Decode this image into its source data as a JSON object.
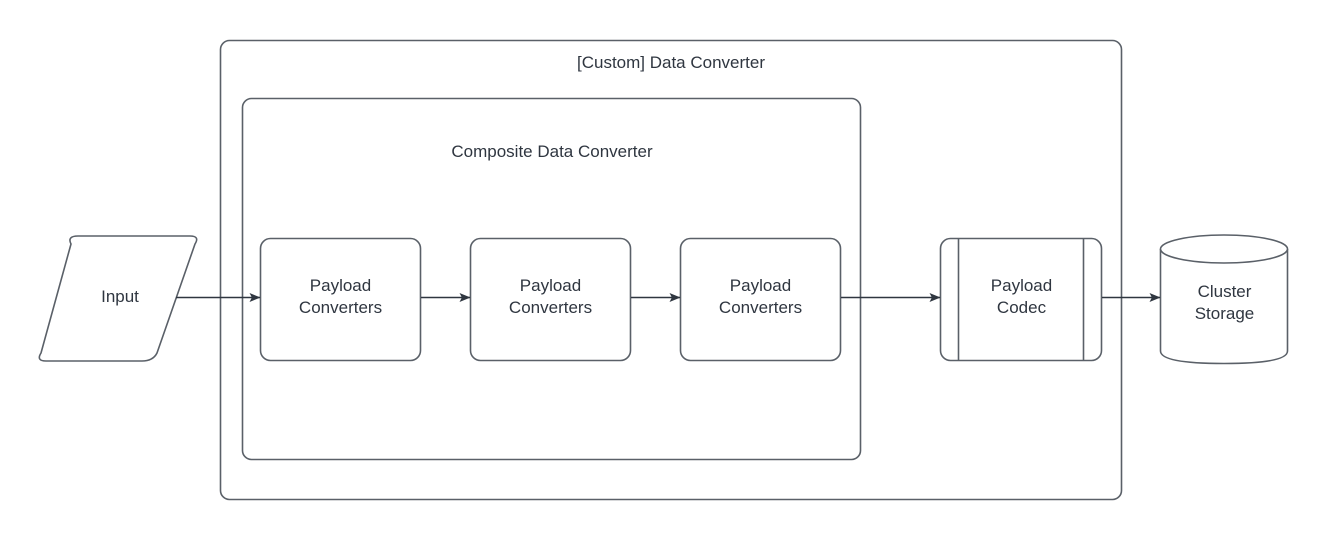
{
  "diagram": {
    "type": "flowchart",
    "background_color": "#ffffff",
    "stroke_color": "#5a6068",
    "text_color": "#2f3640",
    "fill_color": "#ffffff",
    "containers": [
      {
        "id": "custom-data-converter",
        "name": "custom-data-converter-container",
        "title": "[Custom] Data Converter",
        "shape": "rounded-rectangle"
      },
      {
        "id": "composite-data-converter",
        "name": "composite-data-converter-container",
        "title": "Composite Data Converter",
        "shape": "rounded-rectangle"
      }
    ],
    "nodes": [
      {
        "id": "input",
        "name": "input-node",
        "label": "Input",
        "shape": "parallelogram"
      },
      {
        "id": "payload-converters-1",
        "name": "payload-converters-1-node",
        "label": "Payload\nConverters",
        "shape": "rounded-rectangle"
      },
      {
        "id": "payload-converters-2",
        "name": "payload-converters-2-node",
        "label": "Payload\nConverters",
        "shape": "rounded-rectangle"
      },
      {
        "id": "payload-converters-3",
        "name": "payload-converters-3-node",
        "label": "Payload\nConverters",
        "shape": "rounded-rectangle"
      },
      {
        "id": "payload-codec",
        "name": "payload-codec-node",
        "label": "Payload\nCodec",
        "shape": "subroutine"
      },
      {
        "id": "cluster-storage",
        "name": "cluster-storage-node",
        "label": "Cluster\nStorage",
        "shape": "cylinder"
      }
    ],
    "edges": [
      {
        "id": "edge-1",
        "name": "edge-input-to-payload-converters-1",
        "from": "input",
        "to": "payload-converters-1",
        "arrowhead": "filled-triangle"
      },
      {
        "id": "edge-2",
        "name": "edge-payload-converters-1-to-2",
        "from": "payload-converters-1",
        "to": "payload-converters-2",
        "arrowhead": "filled-triangle"
      },
      {
        "id": "edge-3",
        "name": "edge-payload-converters-2-to-3",
        "from": "payload-converters-2",
        "to": "payload-converters-3",
        "arrowhead": "filled-triangle"
      },
      {
        "id": "edge-4",
        "name": "edge-payload-converters-3-to-payload-codec",
        "from": "payload-converters-3",
        "to": "payload-codec",
        "arrowhead": "filled-triangle"
      },
      {
        "id": "edge-5",
        "name": "edge-payload-codec-to-cluster-storage",
        "from": "payload-codec",
        "to": "cluster-storage",
        "arrowhead": "filled-triangle"
      }
    ]
  }
}
